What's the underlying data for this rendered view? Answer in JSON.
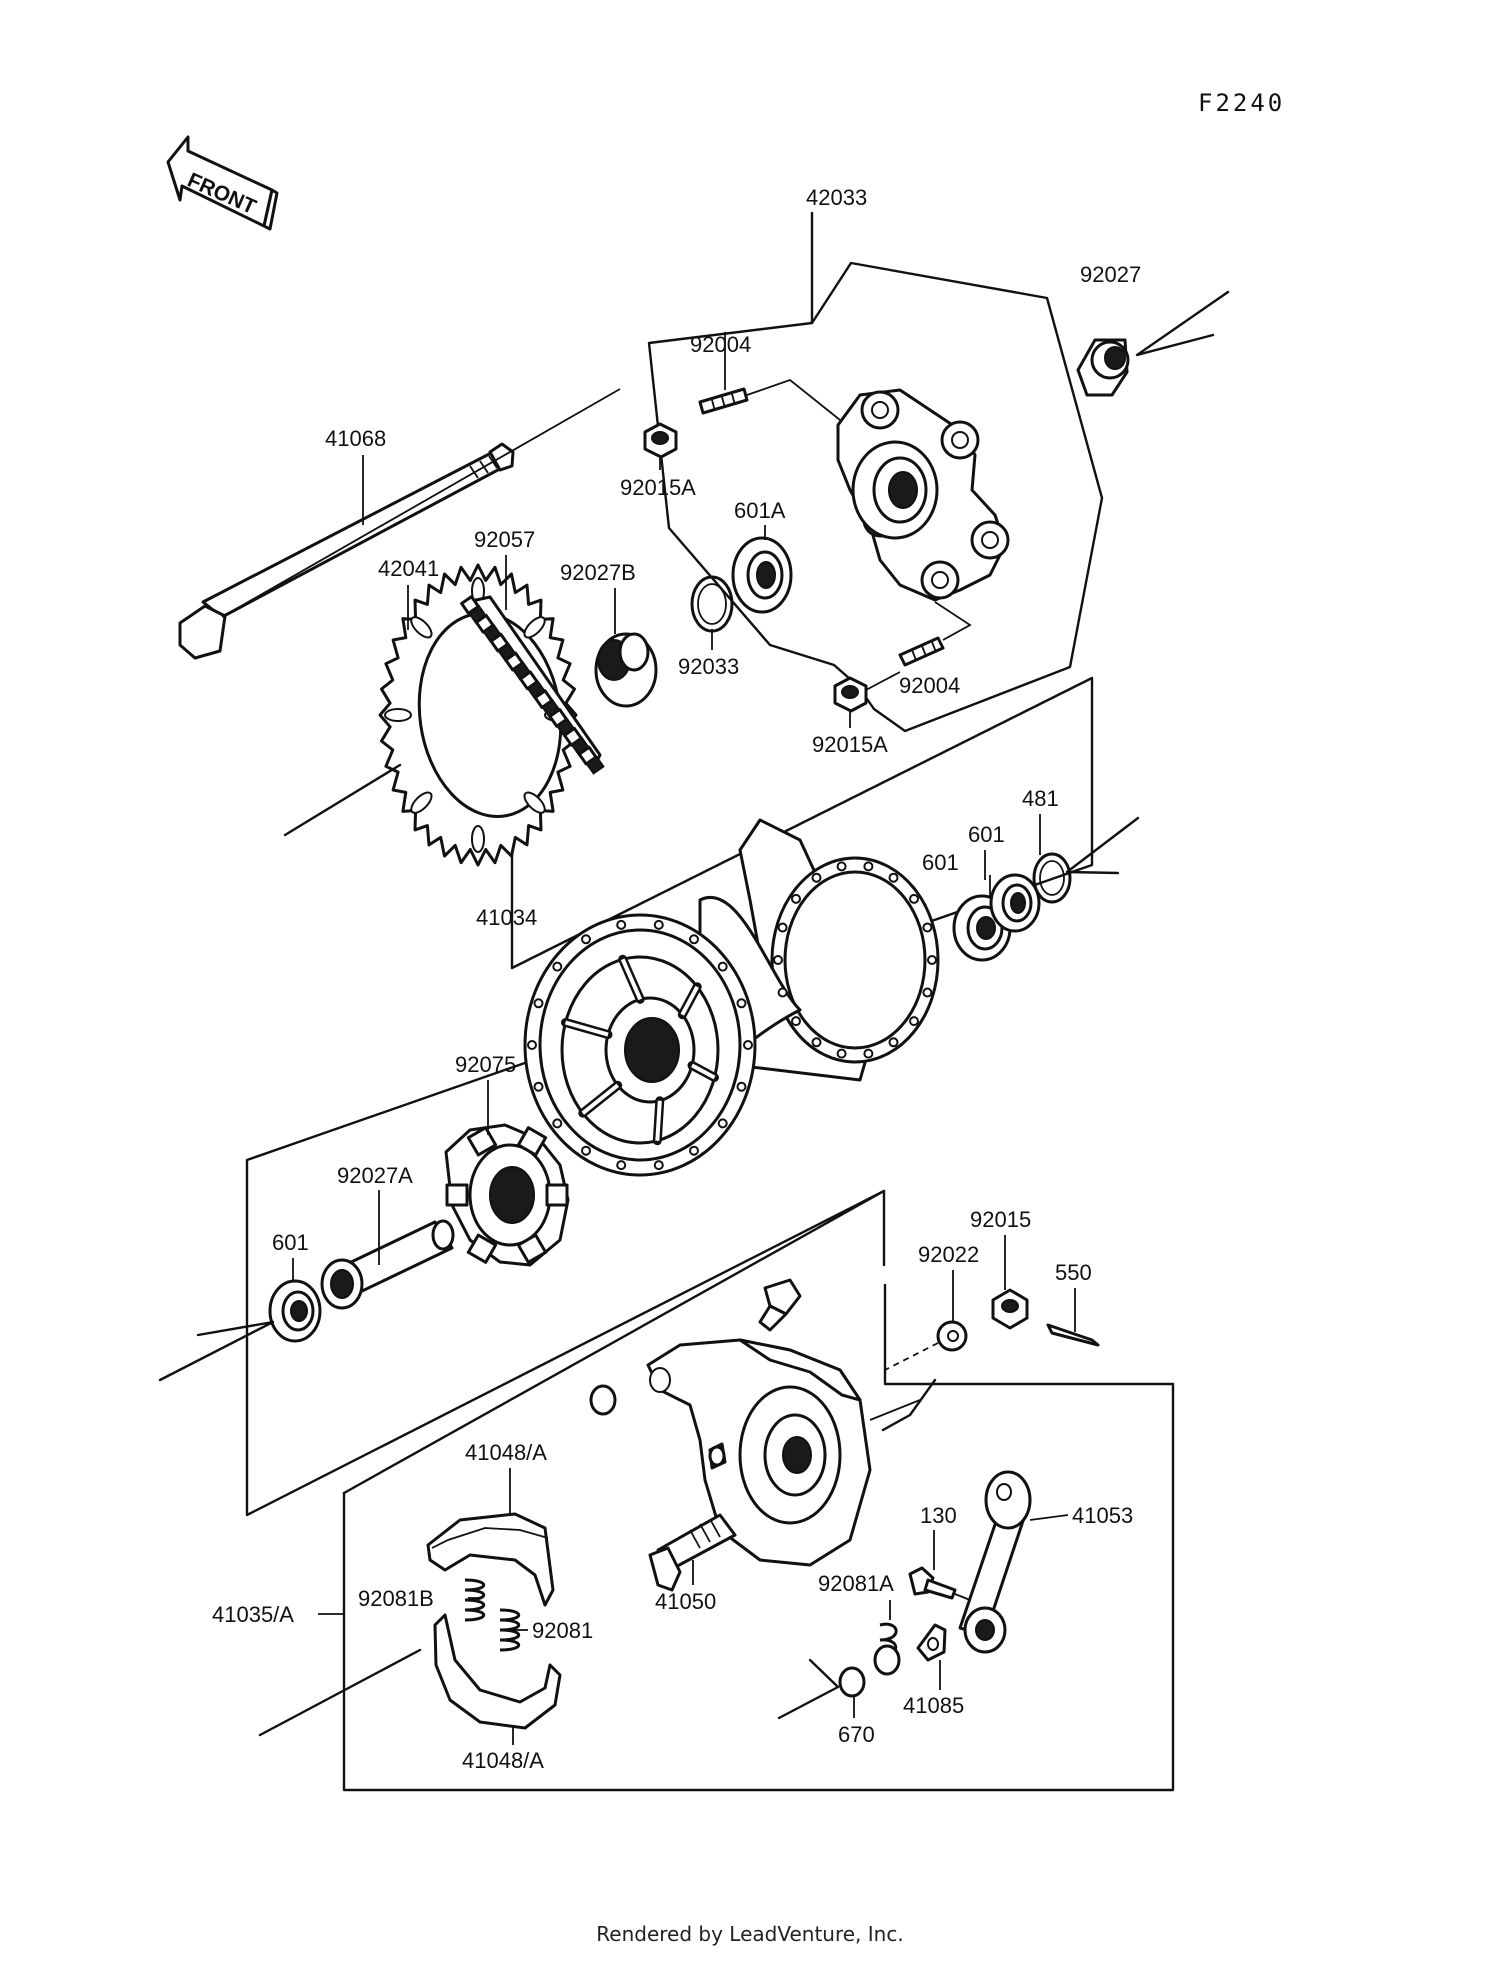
{
  "diagram_code": "F2240",
  "front_label": "FRONT",
  "footer": "Rendered by LeadVenture, Inc.",
  "parts": {
    "p42033": "42033",
    "p92027": "92027",
    "p92004a": "92004",
    "p41068": "41068",
    "p92015Aa": "92015A",
    "p601A": "601A",
    "p92057": "92057",
    "p42041": "42041",
    "p92027B": "92027B",
    "p92033": "92033",
    "p92004b": "92004",
    "p92015Ab": "92015A",
    "p481": "481",
    "p601a": "601",
    "p601b": "601",
    "p41034": "41034",
    "p92075": "92075",
    "p92027A": "92027A",
    "p601c": "601",
    "p92015": "92015",
    "p92022": "92022",
    "p550": "550",
    "p41048Aa": "41048/A",
    "p41053": "41053",
    "p130": "130",
    "p41035A": "41035/A",
    "p92081B": "92081B",
    "p92081": "92081",
    "p41050": "41050",
    "p92081A": "92081A",
    "p41085": "41085",
    "p670": "670",
    "p41048Ab": "41048/A"
  }
}
